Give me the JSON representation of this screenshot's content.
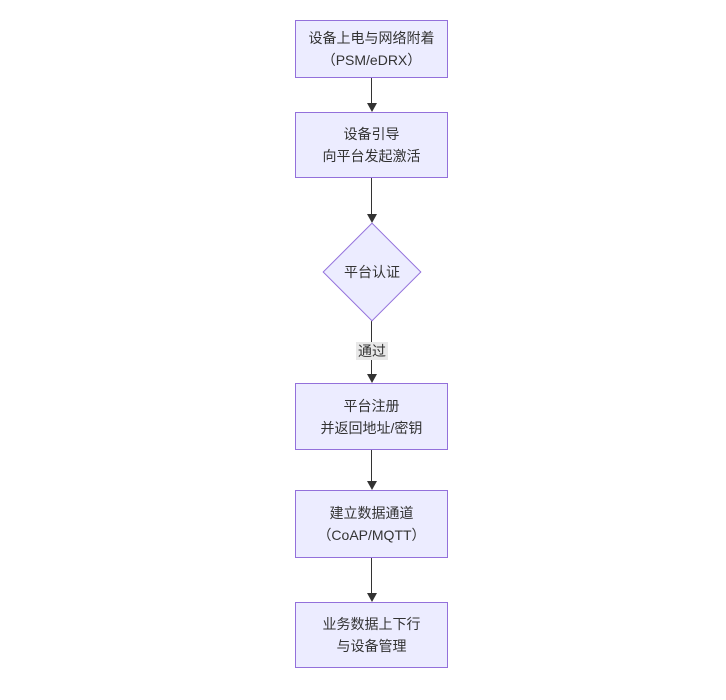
{
  "diagram": {
    "type": "flowchart",
    "direction": "top-down",
    "colors": {
      "background": "#ffffff",
      "node_fill": "#ECECFF",
      "node_border": "#9370DB",
      "arrow_color": "#333333",
      "text_color": "#333333",
      "edge_label_bg": "#e8e8e8"
    },
    "nodes": [
      {
        "id": "power-attach",
        "shape": "rect",
        "lines": [
          "设备上电与网络附着",
          "（PSM/eDRX）"
        ]
      },
      {
        "id": "bootstrap",
        "shape": "rect",
        "lines": [
          "设备引导",
          "向平台发起激活"
        ]
      },
      {
        "id": "auth",
        "shape": "diamond",
        "lines": [
          "平台认证"
        ]
      },
      {
        "id": "register",
        "shape": "rect",
        "lines": [
          "平台注册",
          "并返回地址/密钥"
        ]
      },
      {
        "id": "channel",
        "shape": "rect",
        "lines": [
          "建立数据通道",
          "（CoAP/MQTT）"
        ]
      },
      {
        "id": "business",
        "shape": "rect",
        "lines": [
          "业务数据上下行",
          "与设备管理"
        ]
      }
    ],
    "edges": [
      {
        "from": "power-attach",
        "to": "bootstrap",
        "label": ""
      },
      {
        "from": "bootstrap",
        "to": "auth",
        "label": ""
      },
      {
        "from": "auth",
        "to": "register",
        "label": "通过"
      },
      {
        "from": "register",
        "to": "channel",
        "label": ""
      },
      {
        "from": "channel",
        "to": "business",
        "label": ""
      }
    ]
  }
}
